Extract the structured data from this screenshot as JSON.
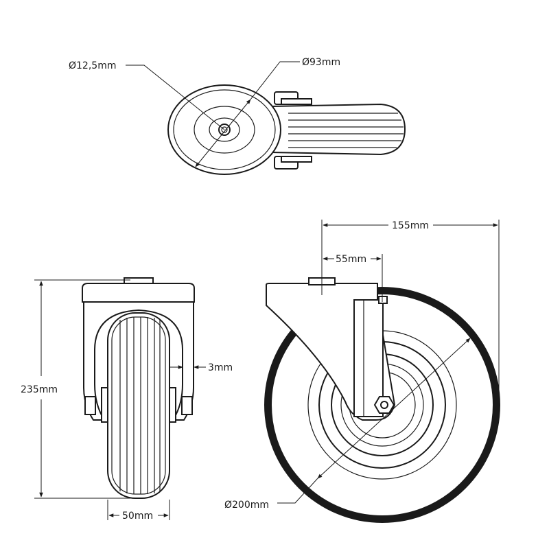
{
  "dimensions": {
    "axle_diameter": "Ø12,5mm",
    "mount_diameter": "Ø93mm",
    "total_offset": "155mm",
    "swivel_offset": "55mm",
    "height": "235mm",
    "fork_gap": "3mm",
    "wheel_width": "50mm",
    "wheel_diameter": "Ø200mm"
  }
}
